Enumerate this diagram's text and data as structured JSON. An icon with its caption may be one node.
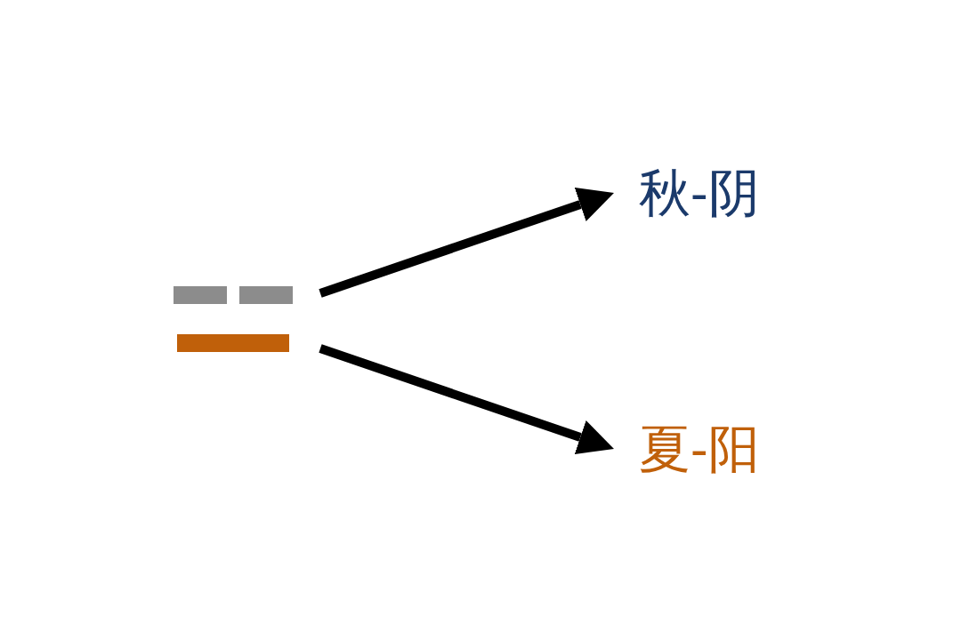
{
  "diagram": {
    "nodes": [
      {
        "text": [],
        "shape": "bar"
      },
      {
        "text": [
          "秋-阴"
        ]
      },
      {
        "text": [
          "夏-阳"
        ]
      }
    ],
    "edges": [
      {
        "from": 0,
        "to": 1,
        "arrow": "to"
      },
      {
        "from": 0,
        "to": 2,
        "arrow": "to"
      }
    ]
  }
}
